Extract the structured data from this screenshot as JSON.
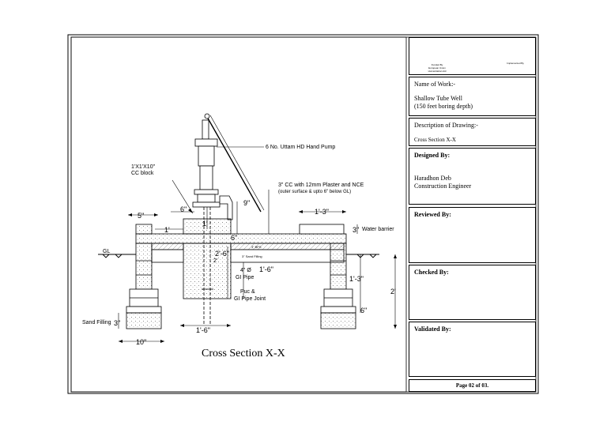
{
  "drawing": {
    "title": "Cross Section X-X",
    "labels": {
      "pump": "6 No. Uttam HD Hand Pump",
      "cc_block": "1'X1'X10\"",
      "cc_block_2": "CC block",
      "plaster_1": "3\" CC with 12mm Plaster and NCE",
      "plaster_2": "(outer surface & upto 6\" below GL)",
      "water_barrier": "Water barrier",
      "gl": "GL",
      "bfs": "3\" BFS",
      "sand_filling_inner": "3\" Sand Filling",
      "gi_pipe_1": "4\" Ø",
      "gi_pipe_2": "GI Pipe",
      "joint_1": "Puc &",
      "joint_2": "GI Pipe Joint",
      "sand_filling": "Sand Filling"
    },
    "dims": {
      "d5in": "5\"",
      "d6in_top": "6\"",
      "d1ft": "1'",
      "d1ft_b": "1'",
      "d9in": "9\"",
      "d6in_mid": "6\"",
      "d1ft3_top": "1'-3\"",
      "d3in_wb": "3\"",
      "d2ft6": "2'-6\"",
      "d2ft6_b": "2'",
      "d1ft6_v": "1'-6\"",
      "d1ft3_r": "1'-3\"",
      "d2ft": "2'",
      "d6in_r": "6\"",
      "d3in_sand": "3\"",
      "d10in": "10\"",
      "d1ft6_bot": "1'-6\""
    }
  },
  "title_block": {
    "logo_left_1": "Funded By",
    "logo_left_2": "European Union",
    "logo_left_3": "Humanitarian Aid",
    "logo_right": "Implemented By",
    "work_heading": "Name of Work:-",
    "work_line1": "Shallow Tube Well",
    "work_line2": "(150 feet boring depth)",
    "desc_heading": "Description of Drawing:-",
    "desc_value": "Cross Section X-X",
    "designed_heading": "Designed By:",
    "designer_name": "Haradhon Deb",
    "designer_role": "Construction Engineer",
    "reviewed_heading": "Reviewed By:",
    "checked_heading": "Checked By:",
    "validated_heading": "Validated By:",
    "page": "Page 02 of 03."
  }
}
